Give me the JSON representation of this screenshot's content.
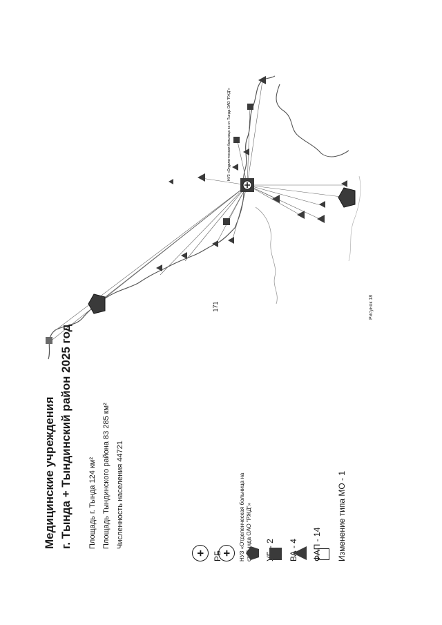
{
  "page_number": "171",
  "title": {
    "line1": "Медицинские учреждения",
    "line2": "г. Тында + Тындинский район 2025 год"
  },
  "stats": {
    "area_city": "Площадь г. Тында 124 км²",
    "area_district": "Площадь Тындинского района 83 285 км²",
    "population": "Численность населения 44721"
  },
  "legend": [
    {
      "symbol": "cross-circle",
      "label": "РБ"
    },
    {
      "symbol": "cross-circle",
      "label": "НУЗ «Отделенческая больница на ст. Тында ОАО \"РЖД\"»"
    },
    {
      "symbol": "pentagon",
      "label": "УБ - 2"
    },
    {
      "symbol": "square",
      "label": "ВА - 4"
    },
    {
      "symbol": "triangle",
      "label": "ФАП - 14"
    },
    {
      "symbol": "open-square",
      "label": "Изменение типа МО - 1"
    }
  ],
  "map_labels": {
    "hub": "НУЗ «Отделенческая больница на ст. Тында ОАО \"РЖД\"»"
  },
  "figure_caption": "Рисунок 18",
  "colors": {
    "ink": "#1a1a1a",
    "symbol_fill": "#3a3a3a",
    "border_line": "#555555",
    "link_line": "#666666"
  }
}
